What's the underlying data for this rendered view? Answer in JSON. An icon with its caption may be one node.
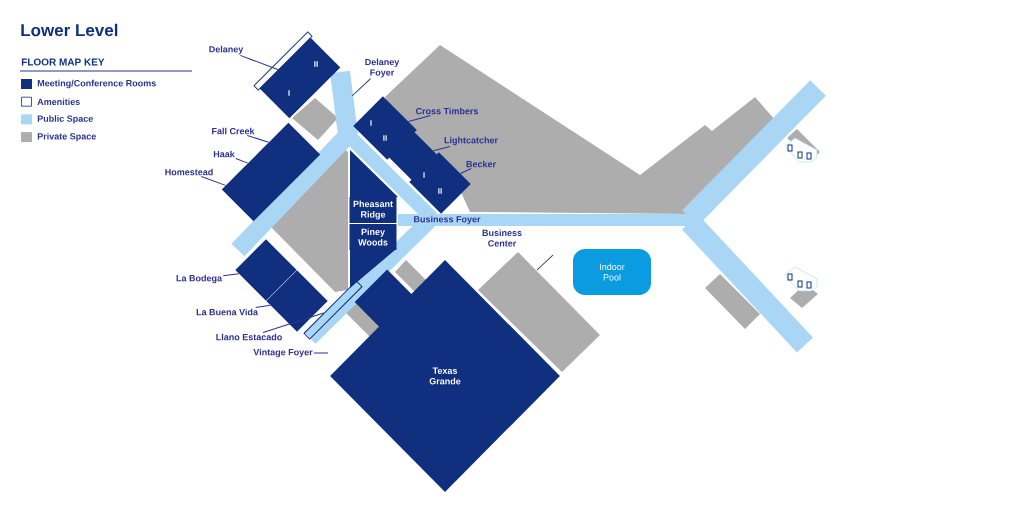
{
  "diagram": {
    "title": "Lower Level",
    "nodes": [
      {
        "text": [
          "I",
          "II"
        ]
      },
      {
        "text": [
          "Delaney"
        ]
      },
      {
        "text": [
          "I",
          "II"
        ]
      },
      {
        "text": [
          "Cross Timbers"
        ]
      },
      {
        "text": [],
        "shape": "diamond"
      },
      {
        "text": [
          "Lightcatcher"
        ]
      },
      {
        "text": [
          "I",
          "II"
        ]
      },
      {
        "text": [
          "Becker"
        ]
      },
      {
        "text": [],
        "shape": "box"
      },
      {
        "text": [
          "Fall Creek"
        ]
      },
      {
        "text": [],
        "shape": "box"
      },
      {
        "text": [
          "Haak"
        ]
      },
      {
        "text": [],
        "shape": "box"
      },
      {
        "text": [
          "Homestead"
        ]
      },
      {
        "text": [
          "Delaney Foyer"
        ]
      },
      {
        "text": [
          "Pheasant Ridge"
        ]
      },
      {
        "text": [
          "Piney Woods"
        ]
      },
      {
        "text": [],
        "shape": "diamond"
      },
      {
        "text": [
          "La Bodega"
        ]
      },
      {
        "text": [],
        "shape": "diamond"
      },
      {
        "text": [
          "La Buena Vida"
        ]
      },
      {
        "text": [
          "Llano Estacado"
        ]
      },
      {
        "text": [
          "Vintage Foyer"
        ]
      },
      {
        "text": [
          "Texas Grande"
        ]
      },
      {
        "text": [
          "Indoor Pool"
        ]
      },
      {
        "text": [],
        "shape": "box"
      }
    ],
    "edges": [
      {
        "from": 1,
        "to": 0,
        "arrow": "none"
      },
      {
        "from": 3,
        "to": 2,
        "arrow": "none"
      },
      {
        "from": 5,
        "to": 4,
        "arrow": "none"
      },
      {
        "from": 7,
        "to": 6,
        "arrow": "none"
      },
      {
        "from": 9,
        "to": 8,
        "arrow": "none"
      },
      {
        "from": 11,
        "to": 10,
        "arrow": "none"
      },
      {
        "from": 13,
        "to": 12,
        "arrow": "none"
      },
      {
        "from": 14,
        "to": null,
        "arrow": "none"
      },
      {
        "from": 18,
        "to": 17,
        "arrow": "none"
      },
      {
        "from": 20,
        "to": 19,
        "arrow": "none"
      },
      {
        "from": 21,
        "to": 25,
        "arrow": "none"
      },
      {
        "from": 22,
        "to": null,
        "arrow": "none"
      }
    ],
    "labels": [
      "FLOOR MAP KEY",
      "Business Foyer",
      "Business Center"
    ],
    "legend": [
      {
        "text": "Meeting/Conference Rooms",
        "color": "#10307f"
      },
      {
        "text": "Amenities"
      },
      {
        "text": "Public Space",
        "color": "#a9d6f5"
      },
      {
        "text": "Private Space",
        "color": "#adadad"
      }
    ]
  }
}
